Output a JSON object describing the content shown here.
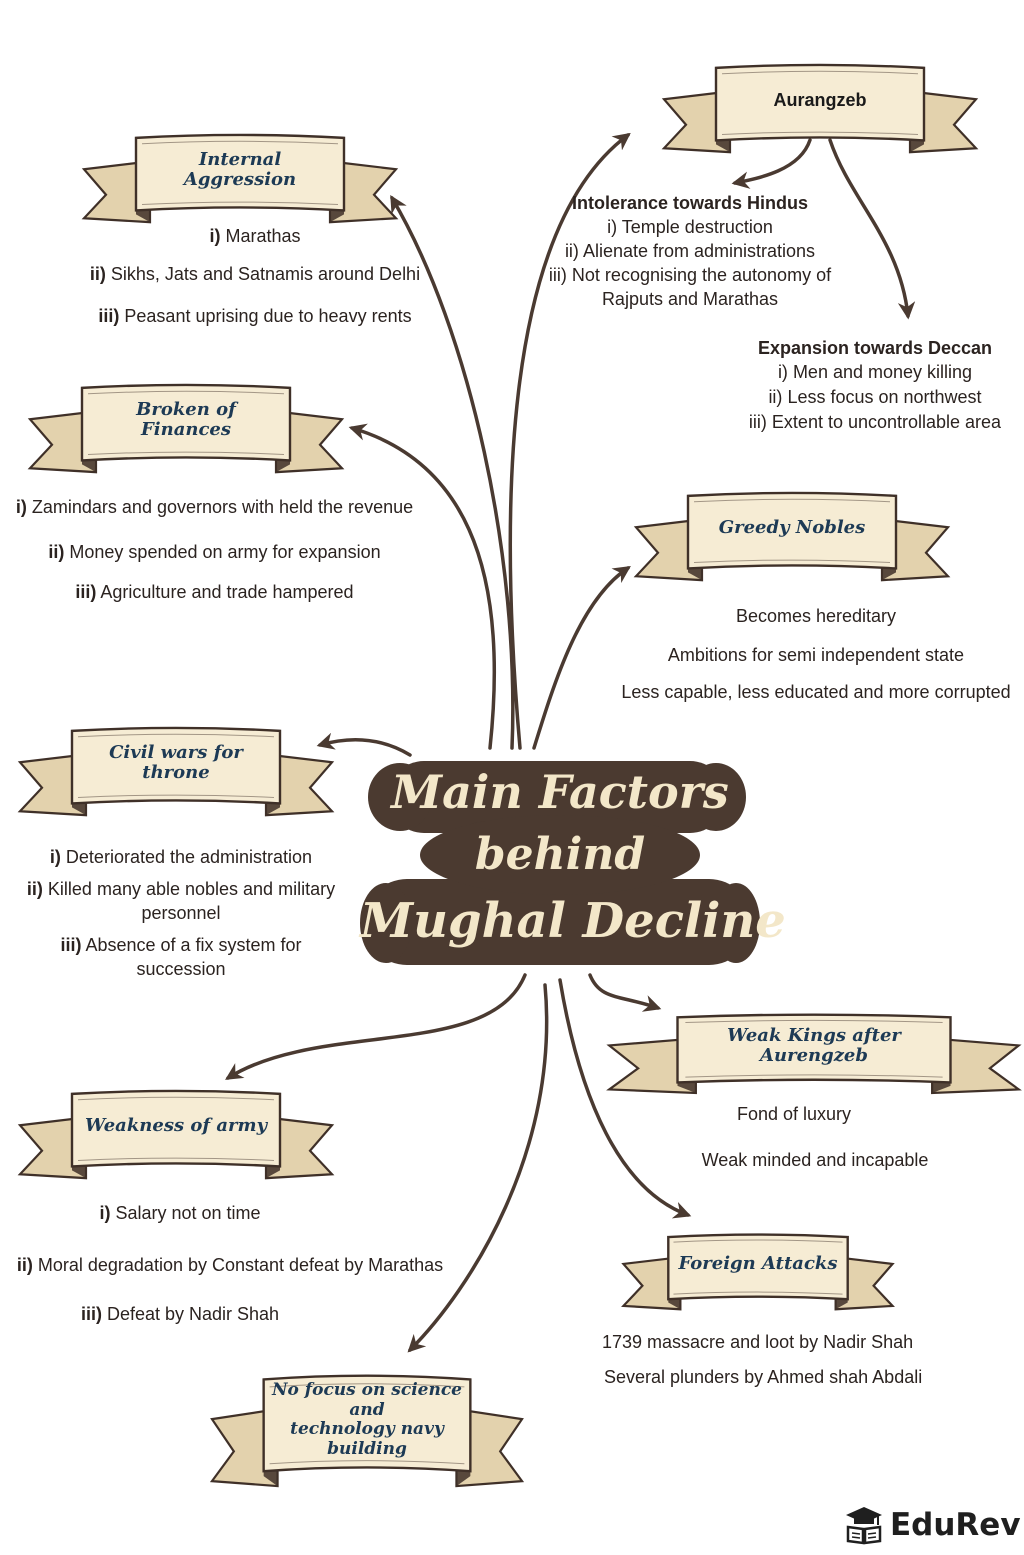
{
  "center": {
    "line1": "Main Factors",
    "line2": "behind",
    "line3": "Mughal Decline"
  },
  "aurangzeb": {
    "title": "Aurangzeb",
    "intolerance": {
      "heading": "Intolerance towards Hindus",
      "items": [
        {
          "num": "i)",
          "text": " Temple destruction"
        },
        {
          "num": "ii)",
          "text": " Alienate from administrations"
        },
        {
          "num": "iii)",
          "text": " Not recognising the autonomy of"
        }
      ],
      "continuation": "Rajputs and Marathas"
    },
    "expansion": {
      "heading": "Expansion towards Deccan",
      "items": [
        {
          "num": "i)",
          "text": " Men and money killing"
        },
        {
          "num": "ii)",
          "text": " Less focus on northwest"
        },
        {
          "num": "iii)",
          "text": " Extent to uncontrollable area"
        }
      ]
    }
  },
  "internal_aggression": {
    "title": "Internal Aggression",
    "items": [
      {
        "num": "i)",
        "text": " Marathas"
      },
      {
        "num": "ii)",
        "text": " Sikhs, Jats and Satnamis around Delhi"
      },
      {
        "num": "iii)",
        "text": " Peasant uprising due to heavy rents"
      }
    ]
  },
  "broken_finances": {
    "title": "Broken of Finances",
    "items": [
      {
        "num": "i)",
        "text": " Zamindars and governors with held the revenue"
      },
      {
        "num": "ii)",
        "text": " Money spended on army for expansion"
      },
      {
        "num": "iii)",
        "text": " Agriculture and trade hampered"
      }
    ]
  },
  "greedy_nobles": {
    "title": "Greedy Nobles",
    "items": [
      "Becomes hereditary",
      "Ambitions for semi independent state",
      "Less capable, less educated and more corrupted"
    ]
  },
  "civil_wars": {
    "title": "Civil wars for throne",
    "items": [
      {
        "num": "i)",
        "text": " Deteriorated the administration"
      },
      {
        "num": "ii)",
        "text": " Killed many able nobles and military"
      },
      {
        "num": "",
        "text": "personnel"
      },
      {
        "num": "iii)",
        "text": " Absence of a fix system for"
      },
      {
        "num": "",
        "text": "succession"
      }
    ]
  },
  "weak_kings": {
    "title": "Weak Kings after Aurengzeb",
    "items": [
      "Fond of luxury",
      "Weak minded and incapable"
    ]
  },
  "weakness_army": {
    "title": "Weakness of army",
    "items": [
      {
        "num": "i)",
        "text": " Salary not on time"
      },
      {
        "num": "ii)",
        "text": " Moral degradation by Constant defeat by Marathas"
      },
      {
        "num": "iii)",
        "text": " Defeat by Nadir Shah"
      }
    ]
  },
  "foreign_attacks": {
    "title": "Foreign Attacks",
    "items": [
      "1739 massacre and loot by Nadir Shah",
      "Several plunders by Ahmed shah Abdali"
    ]
  },
  "science": {
    "title_line1": "No focus on science and",
    "title_line2": "technology  navy building"
  },
  "logo": {
    "text": "EduRev",
    "icon": "graduation-cap-book-icon"
  },
  "colors": {
    "banner_fill": "#f6ecd4",
    "banner_shadow": "#e3d2ad",
    "banner_stroke": "#3f3028",
    "banner_title": "#1d3a55",
    "center_fill": "#4b3a30",
    "center_text": "#f3e7c9",
    "arrow": "#4a3a31"
  }
}
